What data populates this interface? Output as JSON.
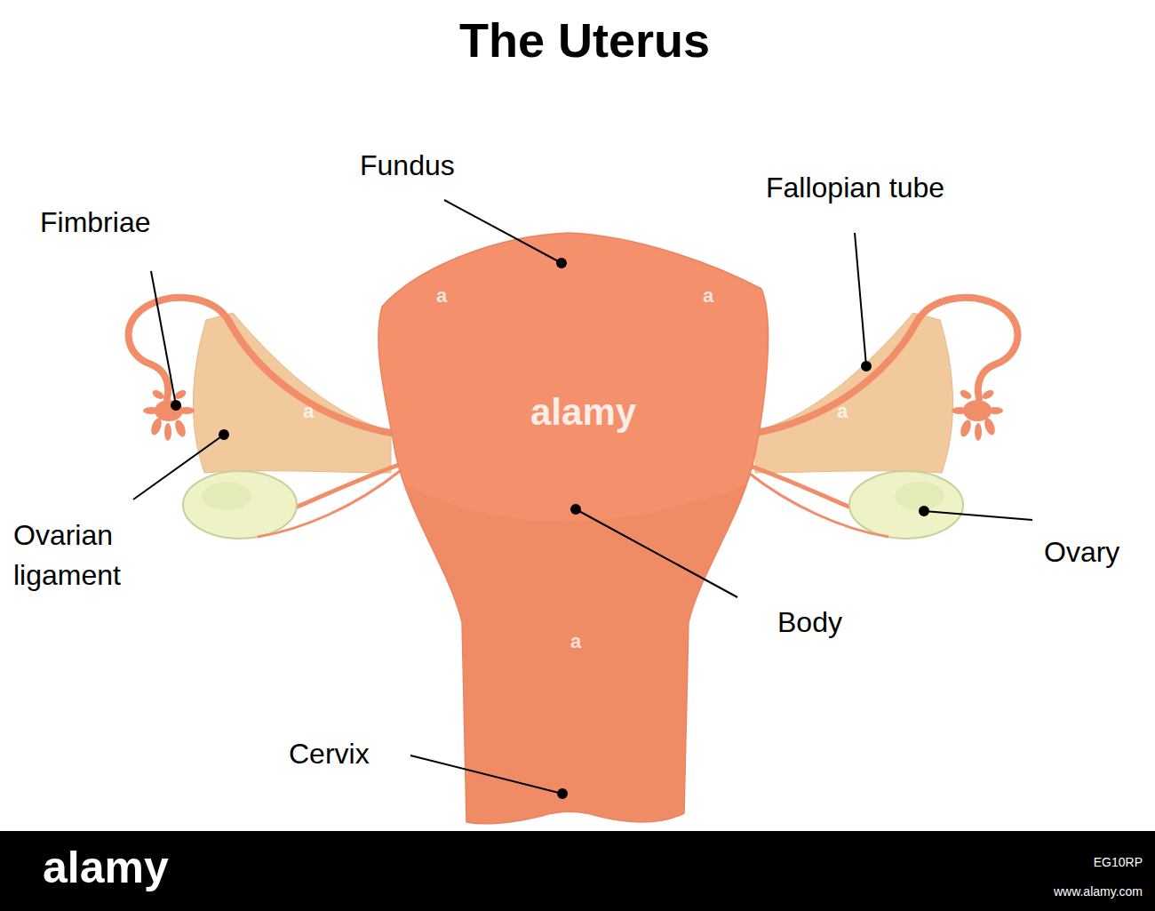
{
  "diagram": {
    "title": "The Uterus",
    "labels": [
      "Fimbriae",
      "Fundus",
      "Fallopian tube",
      "Ovarian ligament",
      "Ovary",
      "Body",
      "Cervix",
      "alamy",
      "a",
      "a",
      "a",
      "a",
      "a",
      "alamy",
      "EG10RP",
      "www.alamy.com"
    ]
  }
}
